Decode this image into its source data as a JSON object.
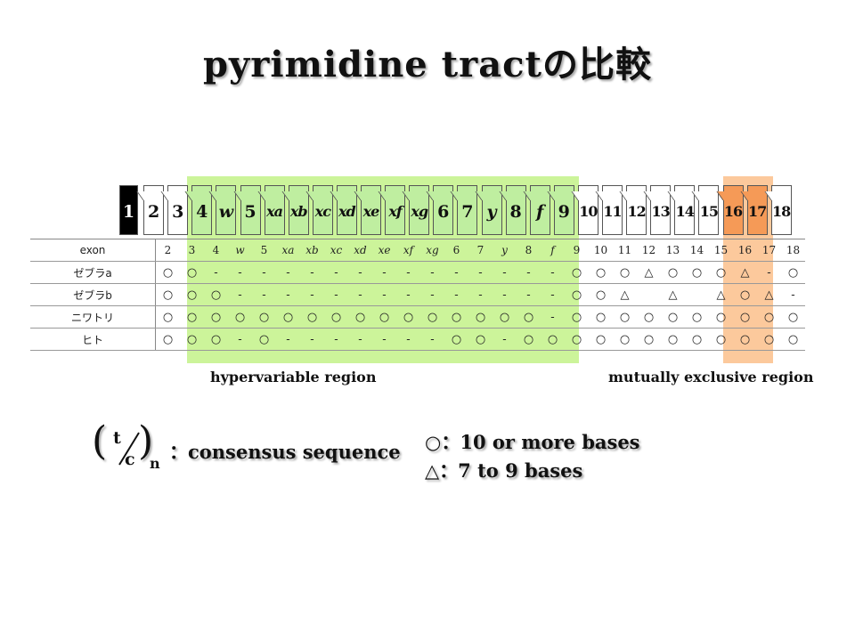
{
  "slide": {
    "title": "pyrimidine tractの比較"
  },
  "exons": [
    {
      "label": "1",
      "style": "dark"
    },
    {
      "label": "2",
      "style": "plain"
    },
    {
      "label": "3",
      "style": "plain"
    },
    {
      "label": "4",
      "style": "hv"
    },
    {
      "label": "w",
      "style": "hv",
      "italic": true
    },
    {
      "label": "5",
      "style": "hv"
    },
    {
      "label": "xa",
      "style": "hv",
      "italic": true
    },
    {
      "label": "xb",
      "style": "hv",
      "italic": true
    },
    {
      "label": "xc",
      "style": "hv",
      "italic": true
    },
    {
      "label": "xd",
      "style": "hv",
      "italic": true
    },
    {
      "label": "xe",
      "style": "hv",
      "italic": true
    },
    {
      "label": "xf",
      "style": "hv",
      "italic": true
    },
    {
      "label": "xg",
      "style": "hv",
      "italic": true
    },
    {
      "label": "6",
      "style": "hv"
    },
    {
      "label": "7",
      "style": "hv"
    },
    {
      "label": "y",
      "style": "hv",
      "italic": true
    },
    {
      "label": "8",
      "style": "hv"
    },
    {
      "label": "f",
      "style": "hv",
      "italic": true
    },
    {
      "label": "9",
      "style": "hv"
    },
    {
      "label": "10",
      "style": "plain"
    },
    {
      "label": "11",
      "style": "plain"
    },
    {
      "label": "12",
      "style": "plain"
    },
    {
      "label": "13",
      "style": "plain"
    },
    {
      "label": "14",
      "style": "plain"
    },
    {
      "label": "15",
      "style": "plain"
    },
    {
      "label": "16",
      "style": "me"
    },
    {
      "label": "17",
      "style": "me"
    },
    {
      "label": "18",
      "style": "plain"
    }
  ],
  "table": {
    "header_label": "exon",
    "columns": [
      "2",
      "3",
      "4",
      "w",
      "5",
      "xa",
      "xb",
      "xc",
      "xd",
      "xe",
      "xf",
      "xg",
      "6",
      "7",
      "y",
      "8",
      "f",
      "9",
      "10",
      "11",
      "12",
      "13",
      "14",
      "15",
      "16",
      "17",
      "18"
    ],
    "italic_columns": [
      3,
      5,
      6,
      7,
      8,
      9,
      10,
      11,
      14,
      16
    ],
    "rows": [
      {
        "label": "ゼブラa",
        "cells": [
          "○",
          "○",
          "-",
          "-",
          "-",
          "-",
          "-",
          "-",
          "-",
          "-",
          "-",
          "-",
          "-",
          "-",
          "-",
          "-",
          "-",
          "○",
          "○",
          "○",
          "△",
          "○",
          "○",
          "○",
          "△",
          "-",
          "○"
        ]
      },
      {
        "label": "ゼブラb",
        "cells": [
          "○",
          "○",
          "○",
          "-",
          "-",
          "-",
          "-",
          "-",
          "-",
          "-",
          "-",
          "-",
          "-",
          "-",
          "-",
          "-",
          "-",
          "○",
          "○",
          "△",
          "",
          "△",
          "",
          "△",
          "○",
          "△",
          "-",
          "○"
        ]
      },
      {
        "label": "ニワトリ",
        "cells": [
          "○",
          "○",
          "○",
          "○",
          "○",
          "○",
          "○",
          "○",
          "○",
          "○",
          "○",
          "○",
          "○",
          "○",
          "○",
          "○",
          "-",
          "○",
          "○",
          "○",
          "○",
          "○",
          "○",
          "○",
          "○",
          "○",
          "○"
        ]
      },
      {
        "label": "ヒト",
        "cells": [
          "○",
          "○",
          "○",
          "-",
          "○",
          "-",
          "-",
          "-",
          "-",
          "-",
          "-",
          "-",
          "○",
          "○",
          "-",
          "○",
          "○",
          "○",
          "○",
          "○",
          "○",
          "○",
          "○",
          "○",
          "○",
          "○",
          "○"
        ]
      }
    ]
  },
  "regions": {
    "hypervariable": "hypervariable region",
    "mutually_exclusive": "mutually exclusive region"
  },
  "consensus": {
    "top": "t",
    "bottom": "c",
    "subscript": "n",
    "text": "：consensus sequence"
  },
  "legend": [
    {
      "symbol": "○",
      "text": "：10 or more bases"
    },
    {
      "symbol": "△",
      "text": "：7 to 9 bases"
    }
  ],
  "colors": {
    "hypervariable_bg": "#ccf49a",
    "mutually_exclusive_bg": "#fcc99c",
    "me_exon": "#f59a57"
  }
}
